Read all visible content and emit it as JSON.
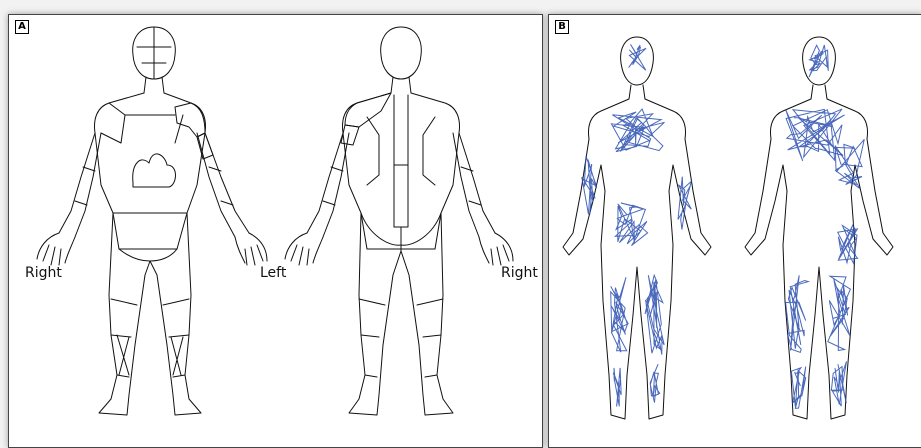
{
  "panel_a": {
    "tag": "A",
    "labels": {
      "left_side": "Right",
      "middle": "Left",
      "right_side": "Right"
    },
    "highlight_colors": {
      "front_shoulder": "#ffee00",
      "back_shoulder": "#e81010",
      "back_upper_arm": "#ffee00"
    }
  },
  "panel_b": {
    "tag": "B",
    "scribble_color": "#2a4fb0"
  }
}
